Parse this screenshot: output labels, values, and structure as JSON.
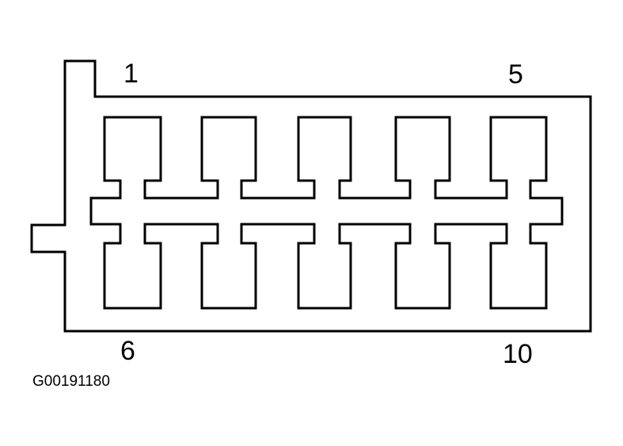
{
  "pin_labels": {
    "top_left": "1",
    "top_right": "5",
    "bottom_left": "6",
    "bottom_right": "10"
  },
  "figure_id": "G00191180",
  "colors": {
    "line": "#000000",
    "background": "#ffffff"
  }
}
